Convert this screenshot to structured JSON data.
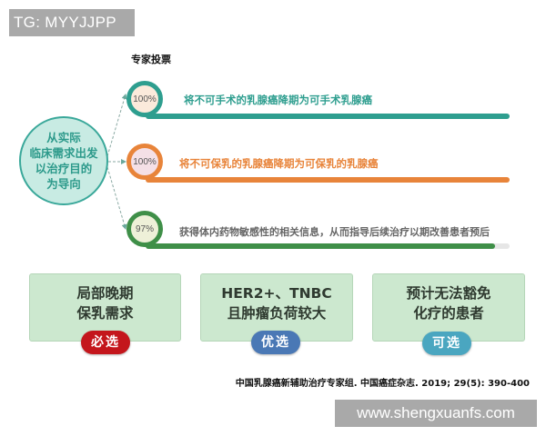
{
  "watermarks": {
    "top": "TG: MYYJJPP",
    "bottom": "www.shengxuanfs.com"
  },
  "vote_section": {
    "title": "专家投票",
    "center": {
      "lines": [
        "从实际",
        "临床需求出发",
        "以治疗目的",
        "为导向"
      ],
      "fill": "#c8ebe3",
      "border": "#3aa89a",
      "text_color": "#2d9a8b"
    },
    "items": [
      {
        "percent": "100%",
        "value": 100,
        "text": "将不可手术的乳腺癌降期为可手术乳腺癌",
        "color": "#2e9e8f",
        "ring_fill": "#fbeadb",
        "text_color": "#2e9e8f"
      },
      {
        "percent": "100%",
        "value": 100,
        "text": "将不可保乳的乳腺癌降期为可保乳的乳腺癌",
        "color": "#e8843a",
        "ring_fill": "#f5e0e6",
        "text_color": "#e8843a"
      },
      {
        "percent": "97%",
        "value": 97,
        "text": "获得体内药物敏感性的相关信息，从而指导后续治疗以期改善患者预后",
        "color": "#3f8f48",
        "ring_fill": "#eef0d8",
        "text_color": "#666666"
      }
    ],
    "track_color": "#e6e6e6"
  },
  "cards": [
    {
      "lines": [
        "局部晚期",
        "保乳需求"
      ],
      "badge": "必选",
      "badge_color": "#c4161c"
    },
    {
      "lines": [
        "HER2+、TNBC",
        "且肿瘤负荷较大"
      ],
      "badge": "优选",
      "badge_color": "#4a78b5"
    },
    {
      "lines": [
        "预计无法豁免",
        "化疗的患者"
      ],
      "badge": "可选",
      "badge_color": "#4aa6c0"
    }
  ],
  "citation": "中国乳腺癌新辅助治疗专家组. 中国癌症杂志. 2019; 29(5): 390-400"
}
